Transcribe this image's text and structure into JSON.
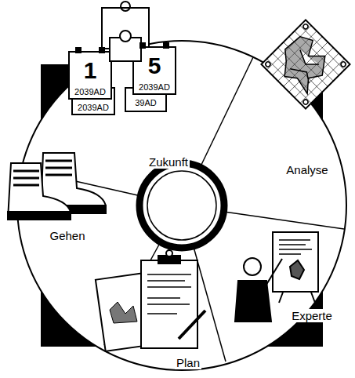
{
  "diagram": {
    "labels": [
      "Zukunft",
      "Analyse",
      "Gehen",
      "Experte",
      "Plan",
      "1",
      "2039AD",
      "2039AD",
      "5",
      "2039AD",
      "39AD"
    ]
  }
}
